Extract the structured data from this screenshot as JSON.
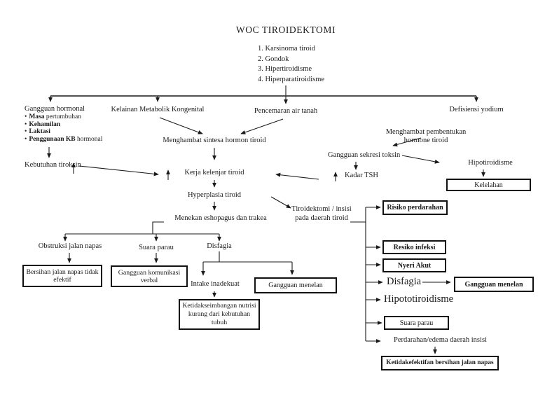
{
  "title": "WOC TIROIDEKTOMI",
  "glyphs": {
    "bullet": "•"
  },
  "etiology": {
    "items": [
      "1. Karsinoma tiroid",
      "2. Gondok",
      "3. Hipertiroidisme",
      "4. Hiperparatiroidisme"
    ]
  },
  "nodes": {
    "gangguan_hormonal": "Gangguan hormonal",
    "hormonal_bullets": [
      {
        "bold": "Masa",
        "rest": " pertumbuhan"
      },
      {
        "bold": "Kehamilan",
        "rest": ""
      },
      {
        "bold": "Laktasi",
        "rest": ""
      },
      {
        "bold": "Penggunaan KB",
        "rest": " hormonal"
      }
    ],
    "kelainan_metabolik": "Kelainan Metabolik Kongenital",
    "pencemaran": "Pencemaran air tanah",
    "defisiensi": "Defisiensi yodium",
    "menghambat_sintesa": "Menghambat sintesa hormon tiroid",
    "menghambat_pembentukan": "Menghambat pembentukan hormone tiroid",
    "kebutuhan_tiroksin": "Kebutuhan tiroksin",
    "gangguan_sekresi": "Gangguan sekresi toksin",
    "kadar_tsh": "Kadar TSH",
    "kerja_kelenjar": "Kerja kelenjar tiroid",
    "hyperplasia": "Hyperplasia tiroid",
    "menekan": "Menekan eshopagus dan trakea",
    "hipotiroidisme": "Hipotiroidisme",
    "kelelahan": "Kelelahan",
    "tiroidektomi": "Tiroidektomi / insisi pada daerah tiroid",
    "obstruksi": "Obstruksi jalan napas",
    "suara_parau_mid": "Suara parau",
    "disfagia_mid": "Disfagia",
    "bersihan": "Bersihan jalan napas tidak efektif",
    "gangguan_komunikasi": "Gangguan komunikasi verbal",
    "intake": "Intake inadekuat",
    "gangguan_menelan_mid": "Gangguan menelan",
    "ketidakseimbangan": "Ketidakseimbangan nutrisi kurang dari kebutuhan tubuh",
    "risiko_perdarahan": "Risiko perdarahan",
    "resiko_infeksi": "Resiko infeksi",
    "nyeri_akut": "Nyeri Akut",
    "disfagia_right": "Disfagia",
    "gangguan_menelan_right": "Gangguan menelan",
    "hipototiroidisme": "Hipototiroidisme",
    "suara_parau_right": "Suara parau",
    "perdarahan_edema": "Perdarahan/edema daerah insisi",
    "ketidakefektifan": "Ketidakefektifan bersihan jalan napas"
  },
  "colors": {
    "ink": "#1a1a1a",
    "background": "#ffffff"
  }
}
